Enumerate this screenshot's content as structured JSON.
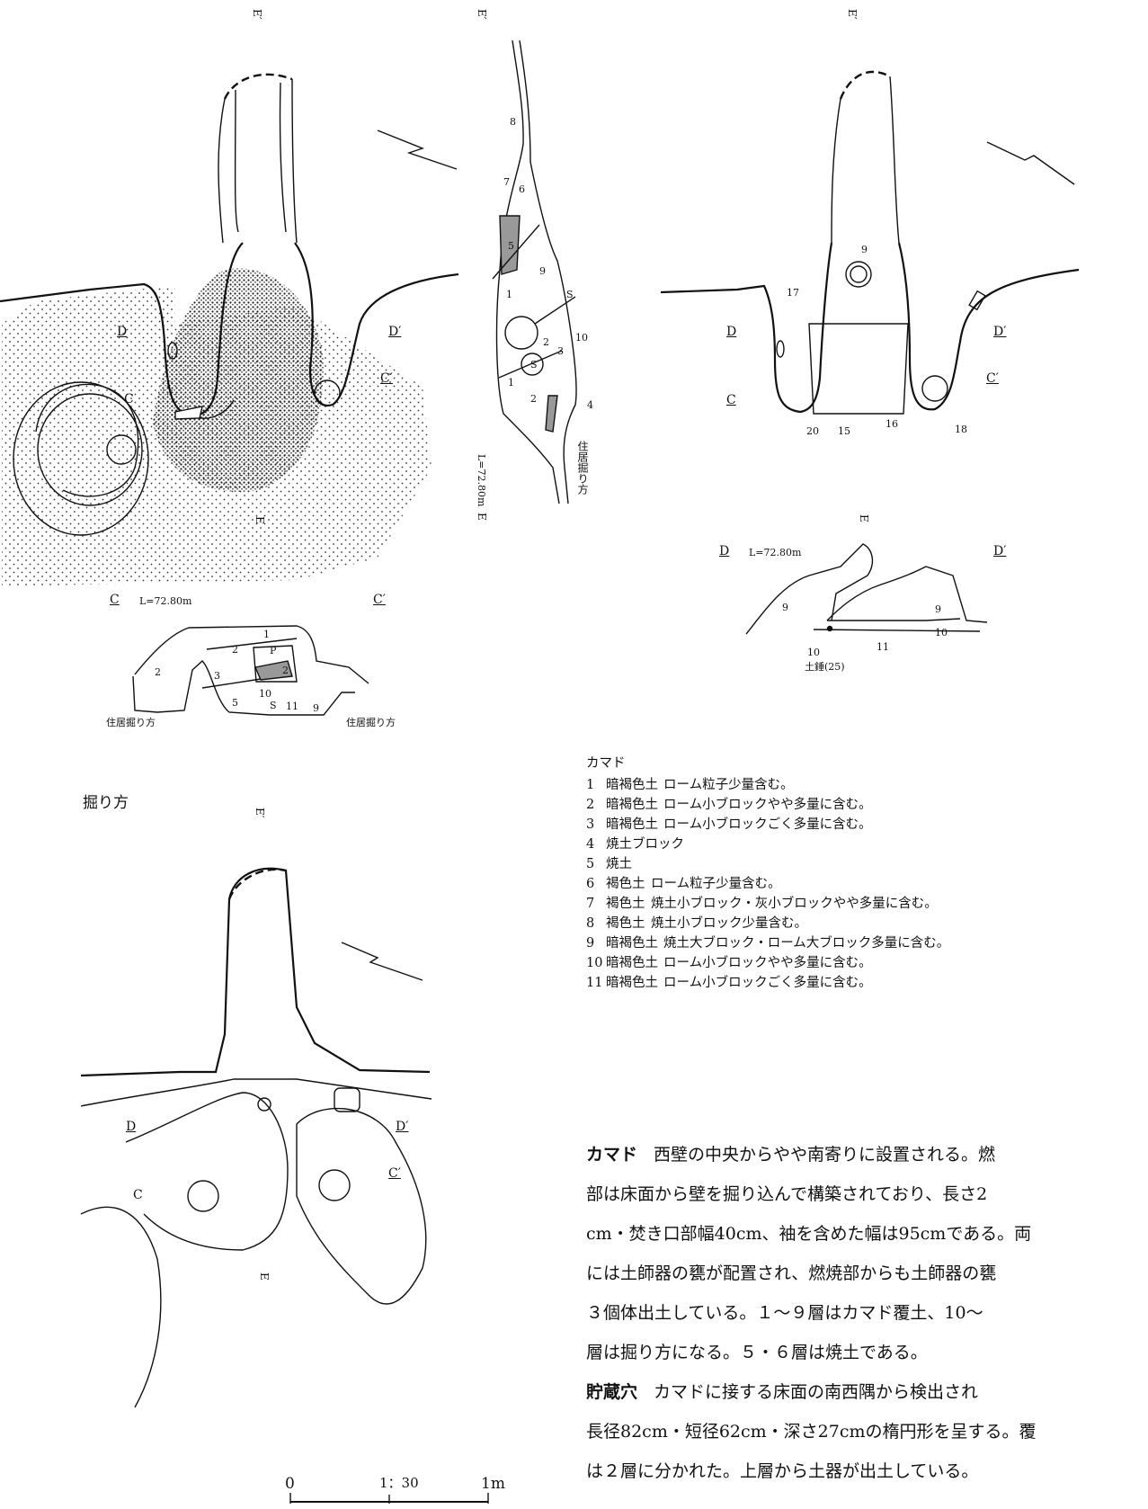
{
  "labels": {
    "e_prime": "E′",
    "e": "E",
    "d": "D",
    "d_prime": "D′",
    "c": "C",
    "c_prime": "C′",
    "level": "L=72.80m",
    "haori": "住居掘り方",
    "horikata_title": "掘り方",
    "p": "P",
    "s": "S",
    "dosui": "土錘(25)"
  },
  "layers_c": [
    "1",
    "2",
    "3",
    "2",
    "2",
    "5",
    "10",
    "11",
    "9"
  ],
  "section_e_layers": [
    "8",
    "7",
    "6",
    "5",
    "9",
    "1",
    "S",
    "3",
    "10",
    "1",
    "S",
    "2",
    "2",
    "4"
  ],
  "plan_numbers": [
    "9",
    "17",
    "20",
    "15",
    "16",
    "18"
  ],
  "section_d_layers": [
    "9",
    "9",
    "10",
    "10",
    "11"
  ],
  "scale": {
    "zero": "0",
    "ratio": "1：30",
    "one": "1m"
  },
  "legend": {
    "title": "カマド",
    "items": [
      {
        "n": "1",
        "soil": "暗褐色土",
        "desc": "ローム粒子少量含む。"
      },
      {
        "n": "2",
        "soil": "暗褐色土",
        "desc": "ローム小ブロックやや多量に含む。"
      },
      {
        "n": "3",
        "soil": "暗褐色土",
        "desc": "ローム小ブロックごく多量に含む。"
      },
      {
        "n": "4",
        "soil": "焼土ブロック",
        "desc": ""
      },
      {
        "n": "5",
        "soil": "焼土",
        "desc": ""
      },
      {
        "n": "6",
        "soil": "褐色土",
        "desc": "ローム粒子少量含む。"
      },
      {
        "n": "7",
        "soil": "褐色土",
        "desc": "焼土小ブロック・灰小ブロックやや多量に含む。"
      },
      {
        "n": "8",
        "soil": "褐色土",
        "desc": "焼土小ブロック少量含む。"
      },
      {
        "n": "9",
        "soil": "暗褐色土",
        "desc": "焼土大ブロック・ローム大ブロック多量に含む。"
      },
      {
        "n": "10",
        "soil": "暗褐色土",
        "desc": "ローム小ブロックやや多量に含む。"
      },
      {
        "n": "11",
        "soil": "暗褐色土",
        "desc": "ローム小ブロックごく多量に含む。"
      }
    ]
  },
  "body": {
    "p1_head": "カマド",
    "p1_lines": [
      "西壁の中央からやや南寄りに設置される。燃",
      "部は床面から壁を掘り込んで構築されており、長さ2",
      "cm・焚き口部幅40cm、袖を含めた幅は95cmである。両",
      "には土師器の甕が配置され、燃焼部からも土師器の甕",
      "３個体出土している。１～９層はカマド覆土、10～",
      "層は掘り方になる。５・６層は焼土である。"
    ],
    "p2_head": "貯蔵穴",
    "p2_lines": [
      "カマドに接する床面の南西隅から検出され",
      "長径82cm・短径62cm・深さ27cmの楕円形を呈する。覆",
      "は２層に分かれた。上層から土器が出土している。"
    ]
  }
}
